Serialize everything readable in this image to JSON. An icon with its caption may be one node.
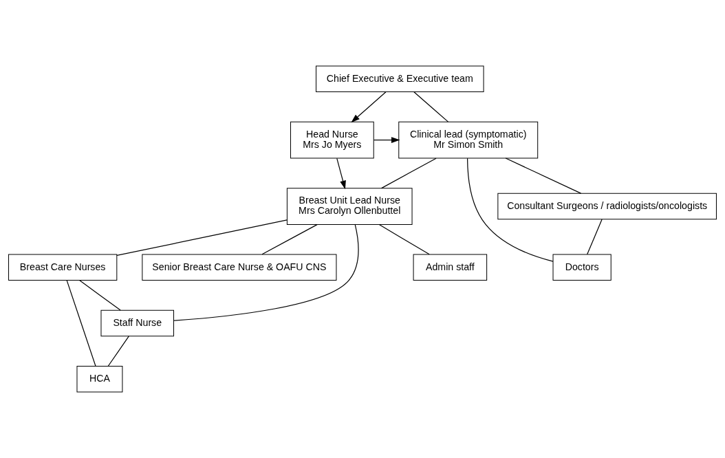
{
  "diagram": {
    "nodes": [
      {
        "text": [
          "Chief Executive & Executive team"
        ]
      },
      {
        "text": [
          "Clinical lead (symptomatic)",
          "Mr Simon Smith"
        ]
      },
      {
        "text": [
          "Head Nurse",
          "Mrs Jo Myers"
        ]
      },
      {
        "text": [
          "Consultant Surgeons / radiologists/oncologists"
        ]
      },
      {
        "text": [
          "Breast Unit Lead Nurse",
          "Mrs Carolyn Ollenbuttel"
        ]
      },
      {
        "text": [
          "Doctors"
        ]
      },
      {
        "text": [
          "Breast Care Nurses"
        ]
      },
      {
        "text": [
          "Senior Breast Care Nurse & OAFU CNS"
        ]
      },
      {
        "text": [
          "Staff Nurse"
        ]
      },
      {
        "text": [
          "Admin staff"
        ]
      },
      {
        "text": [
          "HCA"
        ]
      }
    ],
    "edges": [
      {
        "from": 0,
        "to": 1,
        "arrow": "none"
      },
      {
        "from": 0,
        "to": 2,
        "arrow": "to"
      },
      {
        "from": 2,
        "to": 1,
        "arrow": "to"
      },
      {
        "from": 2,
        "to": 4,
        "arrow": "to"
      },
      {
        "from": 1,
        "to": 3,
        "arrow": "none"
      },
      {
        "from": 1,
        "to": 5,
        "arrow": "none"
      },
      {
        "from": 1,
        "to": 4,
        "arrow": "none"
      },
      {
        "from": 3,
        "to": 5,
        "arrow": "none"
      },
      {
        "from": 4,
        "to": 6,
        "arrow": "none"
      },
      {
        "from": 4,
        "to": 8,
        "arrow": "none"
      },
      {
        "from": 4,
        "to": 9,
        "arrow": "none"
      },
      {
        "from": 4,
        "to": 7,
        "arrow": "none"
      },
      {
        "from": 6,
        "to": 8,
        "arrow": "none"
      },
      {
        "from": 6,
        "to": 10,
        "arrow": "none"
      },
      {
        "from": 8,
        "to": 10,
        "arrow": "none"
      }
    ]
  }
}
